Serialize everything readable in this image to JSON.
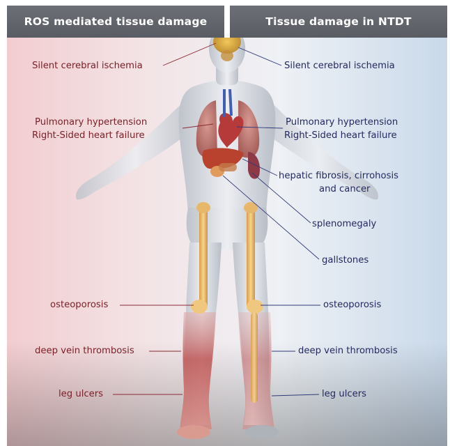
{
  "headers": {
    "left": "ROS mediated tissue damage",
    "right": "Tissue damage in NTDT"
  },
  "left_labels": {
    "ischemia": "Silent cerebral ischemia",
    "pulm_line1": "Pulmonary hypertension",
    "pulm_line2": "Right-Sided heart failure",
    "osteoporosis": "osteoporosis",
    "dvt": "deep vein thrombosis",
    "ulcers": "leg ulcers"
  },
  "right_labels": {
    "ischemia": "Silent cerebral ischemia",
    "pulm_line1": "Pulmonary hypertension",
    "pulm_line2": "Right-Sided heart failure",
    "hepatic_line1": "hepatic fibrosis, cirrohosis",
    "hepatic_line2": "and cancer",
    "splenomegaly": "splenomegaly",
    "gallstones": "gallstones",
    "osteoporosis": "osteoporosis",
    "dvt": "deep vein thrombosis",
    "ulcers": "leg ulcers"
  },
  "colors": {
    "left_text": "#7a1e27",
    "right_text": "#242a5e",
    "header_bg": "#5f6269",
    "bone": "#e8b86a",
    "vessel_red": "#b73a3a"
  }
}
